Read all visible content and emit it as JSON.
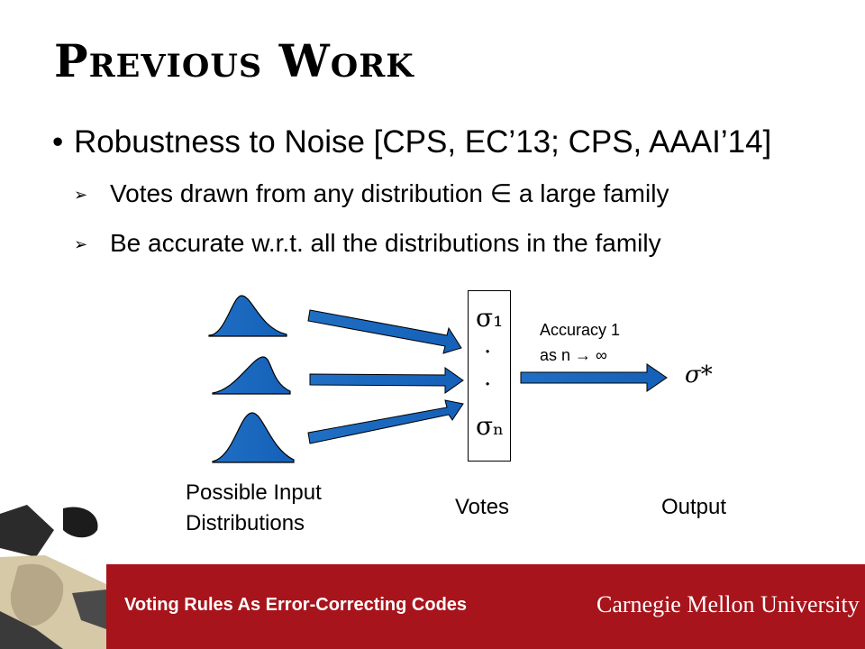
{
  "slide": {
    "title": "Previous Work",
    "bullet": "Robustness to Noise [CPS, EC’13; CPS, AAAI’14]",
    "sub_bullets": [
      "Votes drawn from any distribution ∈ a large family",
      "Be accurate w.r.t. all the distributions in the family"
    ]
  },
  "diagram": {
    "sigma1": "σ₁",
    "dot": "·",
    "sigman": "σₙ",
    "accuracy_line1": "Accuracy 1",
    "accuracy_line2": "as n → ∞",
    "output_symbol": "σ*",
    "label_inputs_line1": "Possible Input",
    "label_inputs_line2": "Distributions",
    "label_votes": "Votes",
    "label_output": "Output"
  },
  "footer": {
    "course_title": "Voting Rules As Error-Correcting Codes",
    "brand": "Carnegie Mellon University"
  },
  "colors": {
    "footer_bg": "#a7141b",
    "curve_blue": "#1f6fc4"
  }
}
